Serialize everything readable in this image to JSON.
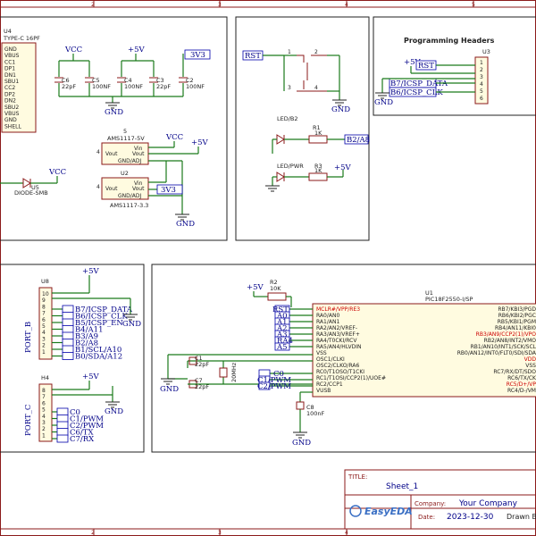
{
  "ruler": {
    "cols": [
      "2",
      "3",
      "4",
      "5"
    ]
  },
  "usb": {
    "ref": "U4",
    "value": "TYPE-C 16PF",
    "pins": [
      "GND",
      "VBUS",
      "CC1",
      "DP1",
      "DN1",
      "SBU1",
      "CC2",
      "DP2",
      "DN2",
      "SBU2",
      "VBUS",
      "GND",
      "SHELL"
    ]
  },
  "power": {
    "vcc": "VCC",
    "p5v": "+5V",
    "p3v3": "3V3",
    "gnd": "GND",
    "caps": [
      {
        "ref": "C6",
        "val": "22pF"
      },
      {
        "ref": "C5",
        "val": "100NF"
      },
      {
        "ref": "C4",
        "val": "100NF"
      },
      {
        "ref": "C3",
        "val": "22pF"
      },
      {
        "ref": "C2",
        "val": "100NF"
      }
    ],
    "reg1": {
      "ref": "5",
      "val": "AMS1117-5V",
      "vin": "Vin",
      "vout": "Vout",
      "gnd": "GND/ADJ"
    },
    "reg2": {
      "ref": "U2",
      "val": "AMS1117-3.3",
      "vin": "Vin",
      "vout": "Vout",
      "gnd": "GND/ADJ"
    },
    "pin4": "4",
    "diode": {
      "ref": "U5",
      "val": "DIODE-SMB"
    },
    "n3v3": "3V3"
  },
  "reset": {
    "rst": "RST",
    "pins": [
      "1",
      "2",
      "3",
      "4"
    ],
    "gnd": "GND",
    "led1": "LED/B2",
    "r1": {
      "ref": "R1",
      "val": "1K"
    },
    "net1": "B2/A8",
    "led2": "LED/PWR",
    "r2": {
      "ref": "R3",
      "val": "1K"
    },
    "p5v": "+5V"
  },
  "prog": {
    "title": "Programming Headers",
    "ref": "U3",
    "p5v": "+5V",
    "rst": "RST",
    "data": "B7/ICSP_DATA",
    "clk": "B6/ICSP_CLK",
    "gnd": "GND",
    "pins": [
      "1",
      "2",
      "3",
      "4",
      "5",
      "6"
    ]
  },
  "portb": {
    "ref": "U8",
    "name": "PORT_B",
    "p5v": "+5V",
    "gnd": "GND",
    "pins": [
      "10",
      "9",
      "8",
      "7",
      "6",
      "5",
      "4",
      "3",
      "2",
      "1"
    ],
    "nets": [
      "B7/ICSP_DATA",
      "B6/ICSP_CLK",
      "B5/ICSP_EN",
      "B4/A11",
      "B3/A9",
      "B2/A8",
      "B1/SCL/A10",
      "B0/SDA/A12"
    ]
  },
  "portc": {
    "ref": "H4",
    "name": "PORT_C",
    "p5v": "+5V",
    "gnd": "GND",
    "pins": [
      "8",
      "7",
      "6",
      "5",
      "4",
      "3",
      "2",
      "1"
    ],
    "nets": [
      "C0",
      "C1/PWM",
      "C2/PWM",
      "C6/TX",
      "C7/RX"
    ]
  },
  "mcu": {
    "ref": "U1",
    "val": "PIC18F2550-I/SP",
    "p5v": "+5V",
    "r2": {
      "ref": "R2",
      "val": "10K"
    },
    "left_nets": [
      "RST",
      "A0",
      "A1",
      "A2",
      "A3",
      "RA4",
      "A5"
    ],
    "left_pins": [
      "MCLR#/VPP/RE3",
      "RA0/AN0",
      "RA1/AN1",
      "RA2/AN2/VREF-",
      "RA3/AN3/VREF+",
      "RA4/T0CKI/RCV",
      "RA5/AN4/HLVDIN",
      "VSS",
      "OSC1/CLKI",
      "OSC2/CLKO/RA6",
      "RC0/T1OSO/T1CKI",
      "RC1/T1OSI/CCP2(1)/UOE#",
      "RC2/CCP1",
      "VUSB"
    ],
    "right_pins": [
      "RB7/KBI3/PGD",
      "RB6/KBI2/PGC",
      "RB5/KBI1/PGM",
      "RB4/AN11/KBI0",
      "RB3/AN9/CCP2(1)/VPO",
      "RB2/AN8/INT2/VMO",
      "RB1/AN10/INT1/SCK/SCL",
      "RB0/AN12/INT0/FLT0/SDI/SDA",
      "VDD",
      "VSS",
      "RC7/RX/DT/SDO",
      "RC6/TX/CK",
      "RC5/D+/VP",
      "RC4/D-/VM"
    ],
    "cnets": [
      "C0",
      "C1/PWM",
      "C2/PWM"
    ],
    "c1": {
      "ref": "C1",
      "val": "22pF"
    },
    "c7": {
      "ref": "C7",
      "val": "22pF"
    },
    "xtal": "20MHz",
    "c8": {
      "ref": "C8",
      "val": "100nF"
    },
    "gnd": "GND"
  },
  "titleblock": {
    "title_label": "TITLE:",
    "title": "Sheet_1",
    "company_label": "Company:",
    "company": "Your Company",
    "date_label": "Date:",
    "date": "2023-12-30",
    "drawn": "Drawn B",
    "logo": "EasyEDA"
  }
}
